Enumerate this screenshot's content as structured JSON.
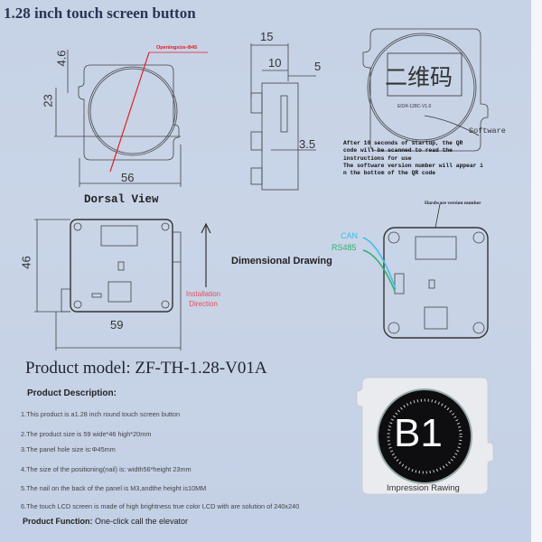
{
  "title": "1.28 inch touch screen button",
  "front_view": {
    "opening_label": "Openingsize-Φ45",
    "dim_top": "4.6",
    "dim_height": "23",
    "dim_width": "56"
  },
  "side_view": {
    "dim_15": "15",
    "dim_10": "10",
    "dim_5": "5",
    "dim_3_5": "3.5"
  },
  "qr_view": {
    "qr_label": "二维码",
    "version_text": "E024-128C-V1.0",
    "software_label": "Software",
    "notes": [
      "After 10 seconds of startup, the QR",
      "code will be scanned to read the",
      "instructions for use",
      "The software version number will appear i",
      "n the bottom of the QR code"
    ]
  },
  "dorsal": {
    "label": "Dorsal View",
    "dim_height": "46",
    "dim_width": "59",
    "installation_line1": "Installation",
    "installation_line2": "Direction"
  },
  "dimensional_drawing": "Dimensional Drawing",
  "back_board": {
    "can": "CAN",
    "rs485": "RS485",
    "hardware_version": "Hardware version number"
  },
  "product": {
    "model": "Product model: ZF-TH-1.28-V01A",
    "description_heading": "Product Description:",
    "items": [
      "1.This product is a1.28 inch round touch screen button",
      "2.The product size is 59 wide*46 high*20mm",
      "3.The panel hole size is:Φ45mm",
      "4.The size of the positioning(nail) is: width56*height 23mm",
      "5.The nail on the back of the panel is M3,andthe height is10MM",
      "6.The touch LCD screen is made of high brightness true color LCD with are solution of 240x240"
    ],
    "function_label": "Product Function:",
    "function_value": "One-click call the elevator"
  },
  "impression": {
    "screen_text": "B1",
    "caption": "Impression Rawing"
  }
}
